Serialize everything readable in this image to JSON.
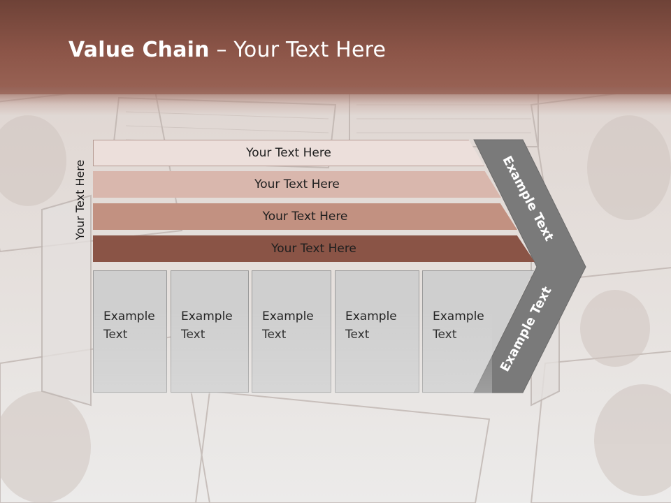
{
  "slide": {
    "title_bold": "Value Chain",
    "title_rest": " – Your Text Here",
    "side_label": "Your Text Here",
    "bars": [
      {
        "label": "Your Text Here",
        "color": "#ecdfdb"
      },
      {
        "label": "Your Text Here",
        "color": "#d9b7ad"
      },
      {
        "label": "Your Text Here",
        "color": "#c29181"
      },
      {
        "label": "Your Text Here",
        "color": "#8a5446"
      }
    ],
    "columns": [
      {
        "line1": "Example",
        "line2": "Text"
      },
      {
        "line1": "Example",
        "line2": "Text"
      },
      {
        "line1": "Example",
        "line2": "Text"
      },
      {
        "line1": "Example",
        "line2": "Text"
      },
      {
        "line1": "Example",
        "line2": "Text"
      }
    ],
    "chevron_top_label": "Example Text",
    "chevron_bottom_label": "Example Text",
    "colors": {
      "header": "#8c5548",
      "chevron": "#7a7a7a",
      "column_fill": "#cfcfcf"
    }
  }
}
